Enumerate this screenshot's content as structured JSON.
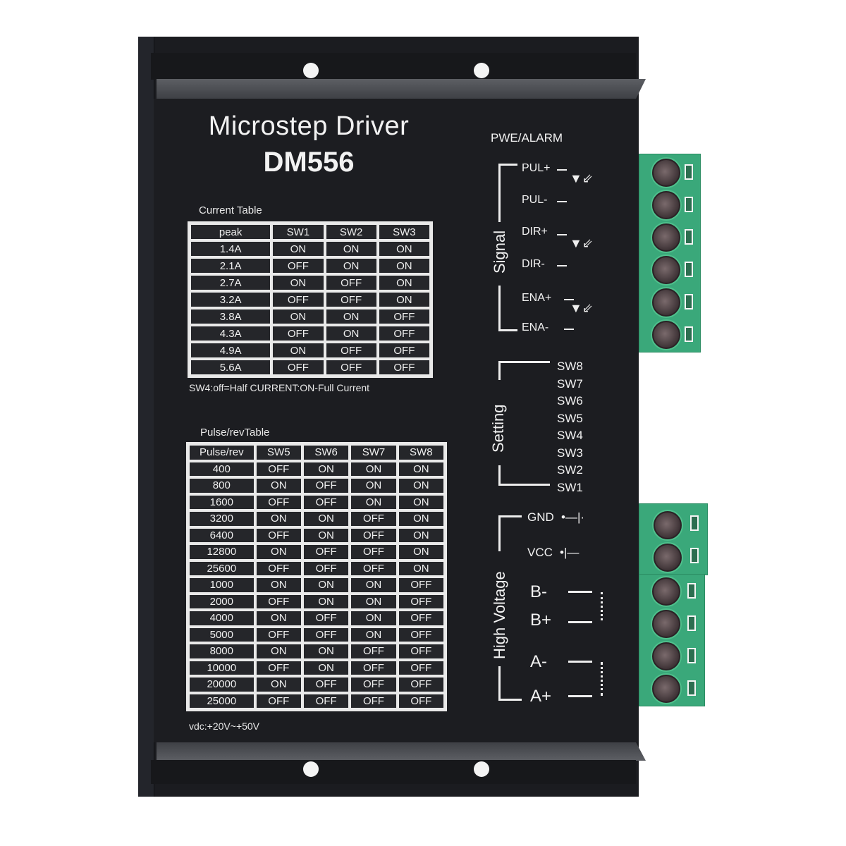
{
  "product": {
    "title": "Microstep Driver",
    "model": "DM556"
  },
  "current_table": {
    "caption": "Current Table",
    "headers": [
      "peak",
      "SW1",
      "SW2",
      "SW3"
    ],
    "rows": [
      [
        "1.4A",
        "ON",
        "ON",
        "ON"
      ],
      [
        "2.1A",
        "OFF",
        "ON",
        "ON"
      ],
      [
        "2.7A",
        "ON",
        "OFF",
        "ON"
      ],
      [
        "3.2A",
        "OFF",
        "OFF",
        "ON"
      ],
      [
        "3.8A",
        "ON",
        "ON",
        "OFF"
      ],
      [
        "4.3A",
        "OFF",
        "ON",
        "OFF"
      ],
      [
        "4.9A",
        "ON",
        "OFF",
        "OFF"
      ],
      [
        "5.6A",
        "OFF",
        "OFF",
        "OFF"
      ]
    ],
    "note": "SW4:off=Half CURRENT:ON-Full Current"
  },
  "pulse_table": {
    "caption": "Pulse/revTable",
    "headers": [
      "Pulse/rev",
      "SW5",
      "SW6",
      "SW7",
      "SW8"
    ],
    "rows": [
      [
        "400",
        "OFF",
        "ON",
        "ON",
        "ON"
      ],
      [
        "800",
        "ON",
        "OFF",
        "ON",
        "ON"
      ],
      [
        "1600",
        "OFF",
        "OFF",
        "ON",
        "ON"
      ],
      [
        "3200",
        "ON",
        "ON",
        "OFF",
        "ON"
      ],
      [
        "6400",
        "OFF",
        "ON",
        "OFF",
        "ON"
      ],
      [
        "12800",
        "ON",
        "OFF",
        "OFF",
        "ON"
      ],
      [
        "25600",
        "OFF",
        "OFF",
        "OFF",
        "ON"
      ],
      [
        "1000",
        "ON",
        "ON",
        "ON",
        "OFF"
      ],
      [
        "2000",
        "OFF",
        "ON",
        "ON",
        "OFF"
      ],
      [
        "4000",
        "ON",
        "OFF",
        "ON",
        "OFF"
      ],
      [
        "5000",
        "OFF",
        "OFF",
        "ON",
        "OFF"
      ],
      [
        "8000",
        "ON",
        "ON",
        "OFF",
        "OFF"
      ],
      [
        "10000",
        "OFF",
        "ON",
        "OFF",
        "OFF"
      ],
      [
        "20000",
        "ON",
        "OFF",
        "OFF",
        "OFF"
      ],
      [
        "25000",
        "OFF",
        "OFF",
        "OFF",
        "OFF"
      ]
    ],
    "note": "vdc:+20V~+50V"
  },
  "signal_panel": {
    "header": "PWE/ALARM",
    "group_label": "Signal",
    "pins": [
      "PUL+",
      "PUL-",
      "DIR+",
      "DIR-",
      "ENA+",
      "ENA-"
    ],
    "opto_icon": "▼⇙"
  },
  "setting_panel": {
    "group_label": "Setting",
    "switches": [
      "SW8",
      "SW7",
      "SW6",
      "SW5",
      "SW4",
      "SW3",
      "SW2",
      "SW1"
    ]
  },
  "power_panel": {
    "group_label": "High Voltage",
    "pins": [
      "GND",
      "VCC",
      "B-",
      "B+",
      "A-",
      "A+"
    ],
    "gnd_symbol": "•—|·",
    "vcc_symbol": "•|—"
  },
  "colors": {
    "chassis": "#1c1d21",
    "terminal_green": "#3aa87a",
    "print": "#f0f0f0"
  }
}
